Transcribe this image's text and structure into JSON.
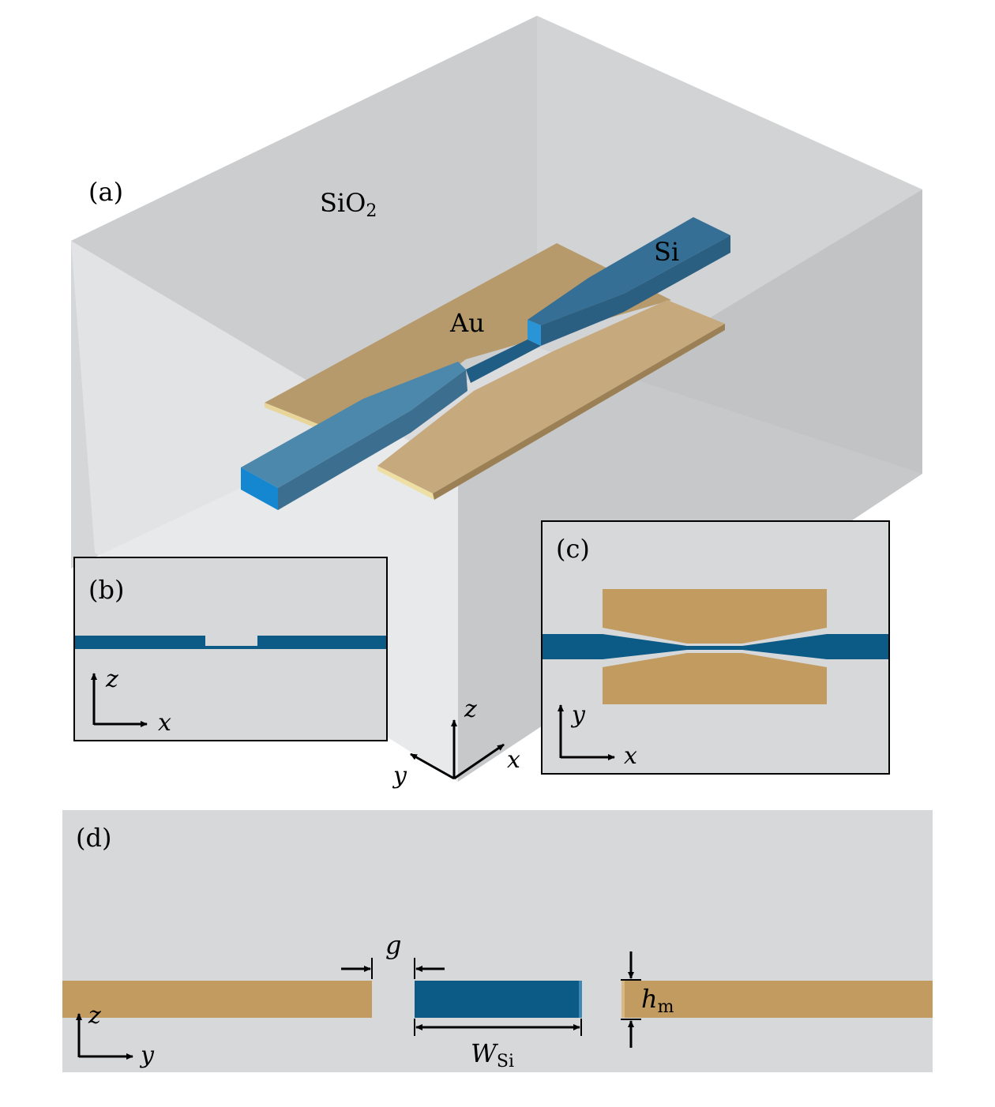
{
  "panel_a": {
    "label": "(a)",
    "oxide_label": "SiO",
    "oxide_subscript": "2",
    "si_label": "Si",
    "au_label": "Au",
    "axis_z": "z",
    "axis_x": "x",
    "axis_y": "y"
  },
  "panel_b": {
    "label": "(b)",
    "axis_vertical": "z",
    "axis_horizontal": "x"
  },
  "panel_c": {
    "label": "(c)",
    "axis_vertical": "y",
    "axis_horizontal": "x"
  },
  "panel_d": {
    "label": "(d)",
    "gap_label": "g",
    "width_label": "W",
    "width_subscript": "Si",
    "height_label": "h",
    "height_subscript": "m",
    "axis_vertical": "z",
    "axis_horizontal": "y"
  },
  "colors": {
    "silicon": "#0b5b86",
    "silicon_light": "#1e8ed0",
    "gold": "#c19b5f",
    "gold_light": "#d2b488",
    "oxide": "#d7d8da",
    "oxide_dark": "#bfc0c2"
  }
}
